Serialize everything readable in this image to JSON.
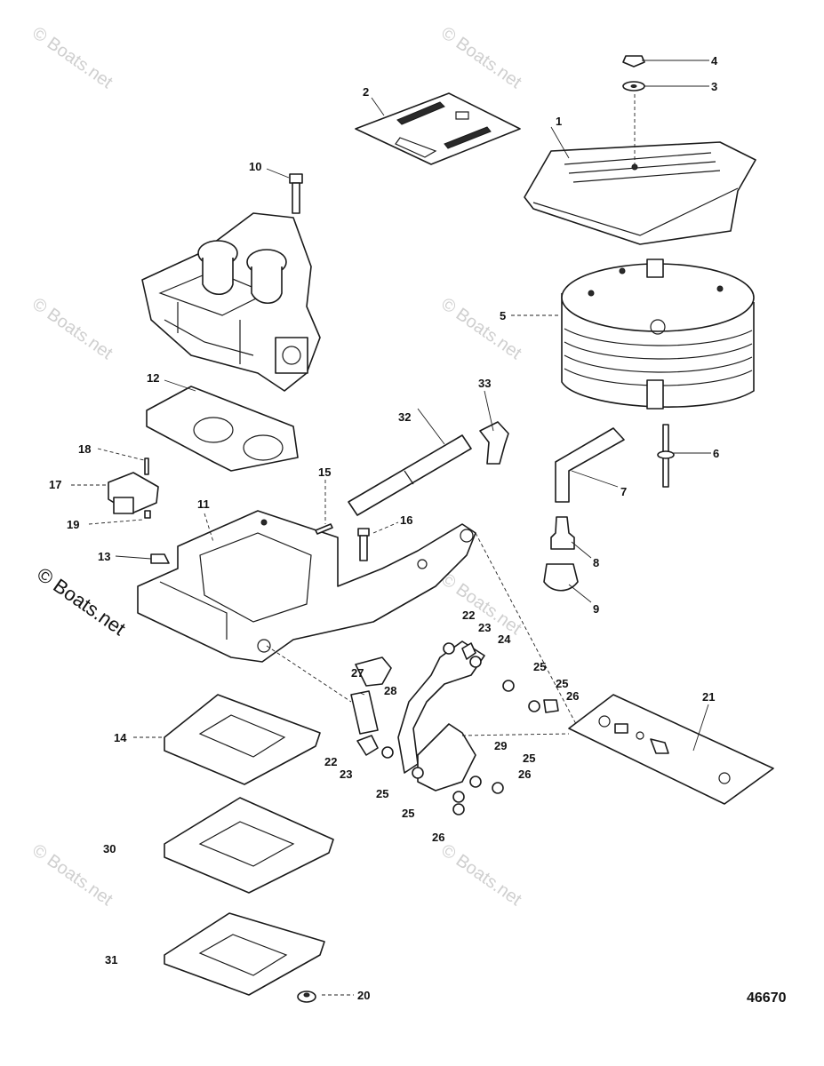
{
  "watermark": "© Boats.net",
  "drawing_number": "46670",
  "callouts": [
    "1",
    "2",
    "3",
    "4",
    "5",
    "6",
    "7",
    "8",
    "9",
    "10",
    "11",
    "12",
    "13",
    "14",
    "15",
    "16",
    "17",
    "18",
    "19",
    "20",
    "21",
    "22",
    "22",
    "23",
    "23",
    "24",
    "25",
    "25",
    "25",
    "25",
    "25",
    "26",
    "26",
    "26",
    "27",
    "28",
    "29",
    "30",
    "31",
    "32",
    "33"
  ]
}
